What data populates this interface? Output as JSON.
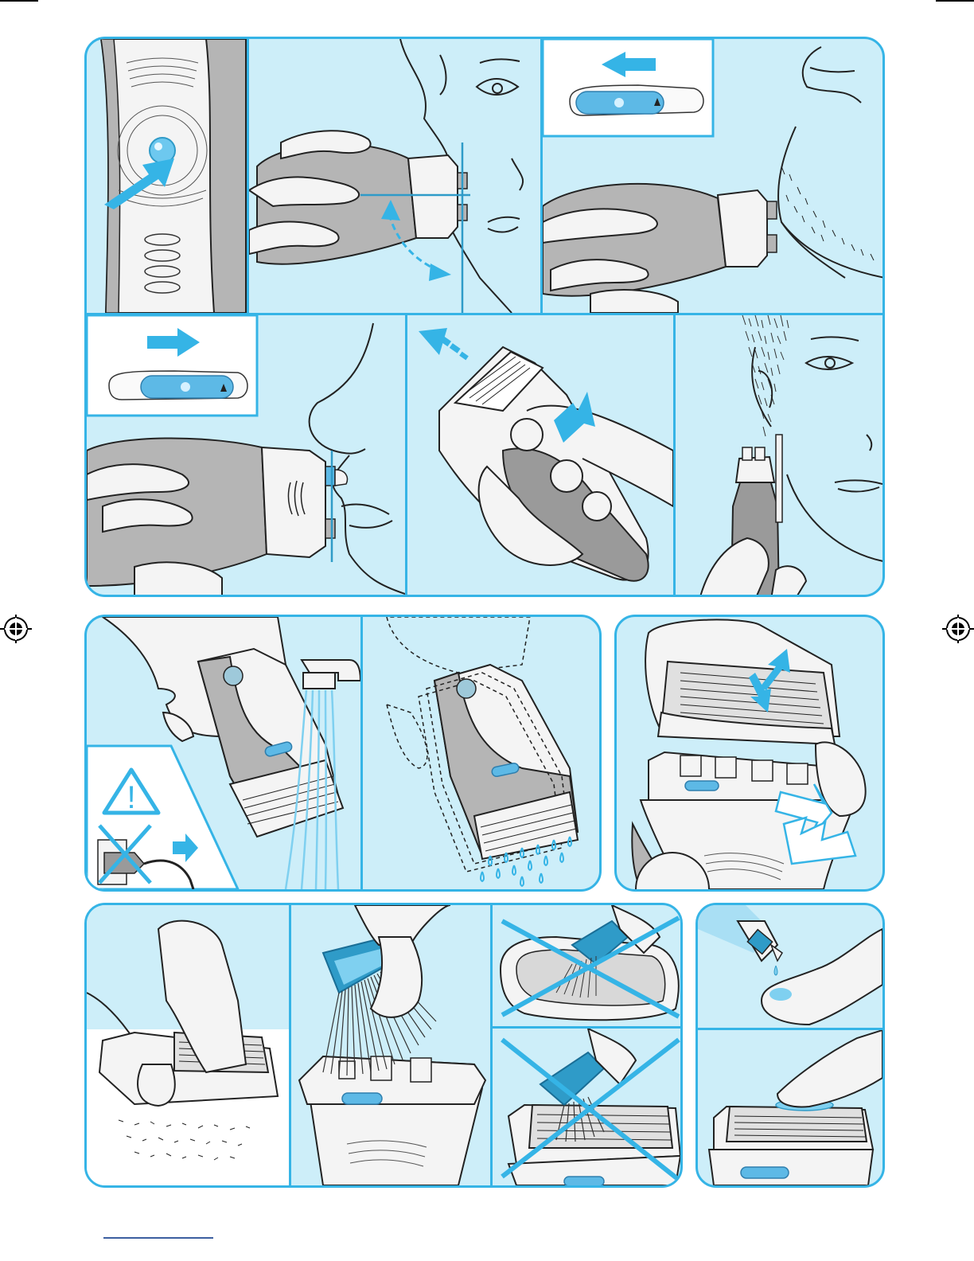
{
  "document": {
    "type": "shaver-instruction-illustrations",
    "colors": {
      "accent": "#35b4e6",
      "panel_bg": "#cdeef9",
      "device_grey": "#bfbfbf",
      "device_dark": "#9a9a9a",
      "line": "#1e1e1e",
      "water": "#7fd0f0"
    },
    "pictograms": {
      "warning": "!"
    },
    "sections": [
      {
        "id": "operating",
        "steps": [
          "power-button-press",
          "shaver-angle-to-skin",
          "switch-slide-left-trimmer",
          "switch-slide-right-trimmer",
          "long-hair-trimmer-extend",
          "sideburn-trimming"
        ]
      },
      {
        "id": "cleaning",
        "steps": [
          "rinse-under-tap",
          "shake-dry",
          "remove-shaver-head"
        ]
      },
      {
        "id": "maintenance",
        "steps": [
          "tap-out-head",
          "brush-body",
          "do-not-brush-foil",
          "do-not-brush-foil-2",
          "oil-drop",
          "oil-foil"
        ]
      }
    ]
  }
}
